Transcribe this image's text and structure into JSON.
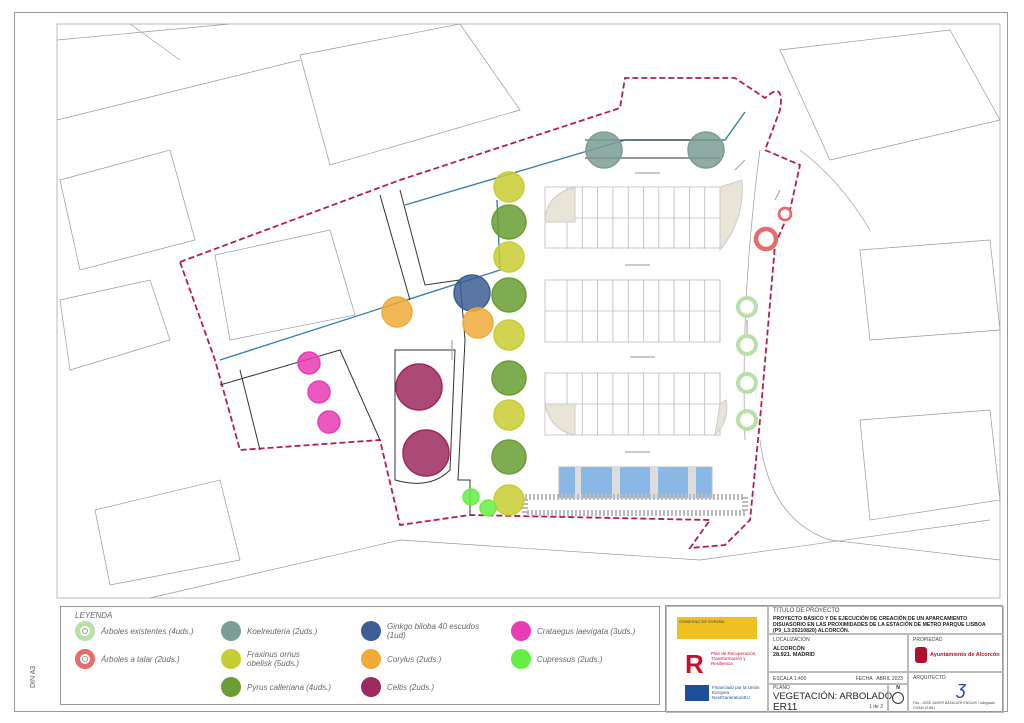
{
  "sheet_size": "DIN A3",
  "legend": {
    "title": "LEYENDA",
    "items": [
      {
        "label": "Árboles existentes (4uds.)",
        "color": "#b8e0a8",
        "icon": "existing-tree-ring"
      },
      {
        "label": "Árboles a talar (2uds.)",
        "color": "#e86a6a",
        "icon": "tree-to-cut-ring"
      },
      {
        "label": "Koelreuteria (2uds.)",
        "color": "#7a9e93"
      },
      {
        "label": "Fraxinus ornus obelisk (5uds.)",
        "color": "#c8cc33"
      },
      {
        "label": "Pyrus calleriana (4uds.)",
        "color": "#6a9e32"
      },
      {
        "label": "Ginkgo biloba 40 escudos (1ud)",
        "color": "#3c5e94"
      },
      {
        "label": "Corylus (2uds.)",
        "color": "#f0aa38"
      },
      {
        "label": "Celtis (2uds.)",
        "color": "#9c2a5e"
      },
      {
        "label": "Crataegus laevigata (3uds.)",
        "color": "#e83cb4"
      },
      {
        "label": "Cupressus (2uds.)",
        "color": "#66ee44"
      }
    ]
  },
  "title_block": {
    "project_label": "TITULO DE PROYECTO",
    "project_title": "PROYECTO BÁSICO Y DE EJECUCIÓN DE CREACIÓN DE UN APARCAMIENTO DISUASORIO EN LAS PROXIMIDADES DE LA ESTACIÓN DE METRO PARQUE LISBOA (P9_L3:20210820) ALCORCÓN.",
    "location_label": "LOCALIZACIÓN",
    "location_line1": "ALCORCÓN",
    "location_line2": "28.921. MADRID",
    "owner_label": "PROPIEDAD",
    "owner": "Ayuntamiento de Alcorcón",
    "scale_label": "ESCALA",
    "scale": "1:400",
    "date_label": "FECHA",
    "date": "ABRIL 2023",
    "architect_label": "ARQUITECTO",
    "architect": "Fdo.: JOSÉ JAVIER BATALLER ENGUIX / colegiado COAM 13.891",
    "plan_label": "PLANO",
    "plan_title": "VEGETACIÓN: ARBOLADO",
    "plan_code": "ER11",
    "page": "1 de 2",
    "north": "N",
    "logo_ministry": "GOBIERNO DE ESPAÑA",
    "logo_recovery": "Plan de Recuperación, Transformación y Resiliencia",
    "logo_eu": "Financiado por la Unión Europea NextGenerationEU"
  }
}
